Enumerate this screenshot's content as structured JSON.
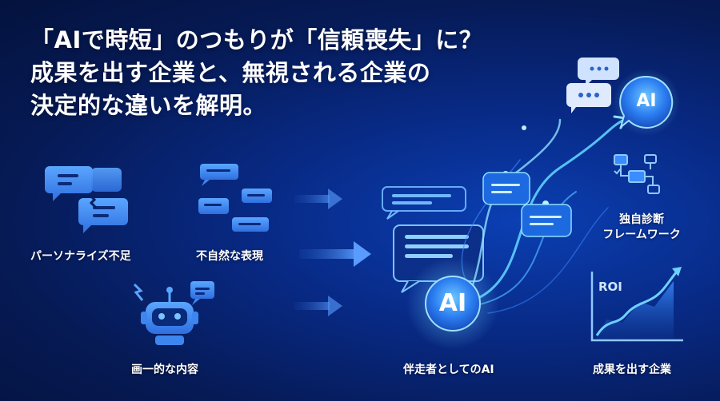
{
  "headline": {
    "line1": "「AIで時短」のつもりが「信頼喪失」に？",
    "line2": "成果を出す企業と、無視される企業の",
    "line3": "決定的な違いを解明。"
  },
  "problems": {
    "personalize": "パーソナライズ不足",
    "unnatural": "不自然な表現",
    "uniform": "画一的な内容"
  },
  "center": {
    "ai_badge": "AI",
    "caption": "伴走者としてのAI"
  },
  "right": {
    "ai_bubble": "AI",
    "framework_line1": "独自診断",
    "framework_line2": "フレームワーク",
    "roi_label": "ROI",
    "success_caption": "成果を出す企業"
  },
  "colors": {
    "bg_dark": "#061a55",
    "accent_blue": "#3a8cff",
    "glow_cyan": "#5fd0ff"
  }
}
